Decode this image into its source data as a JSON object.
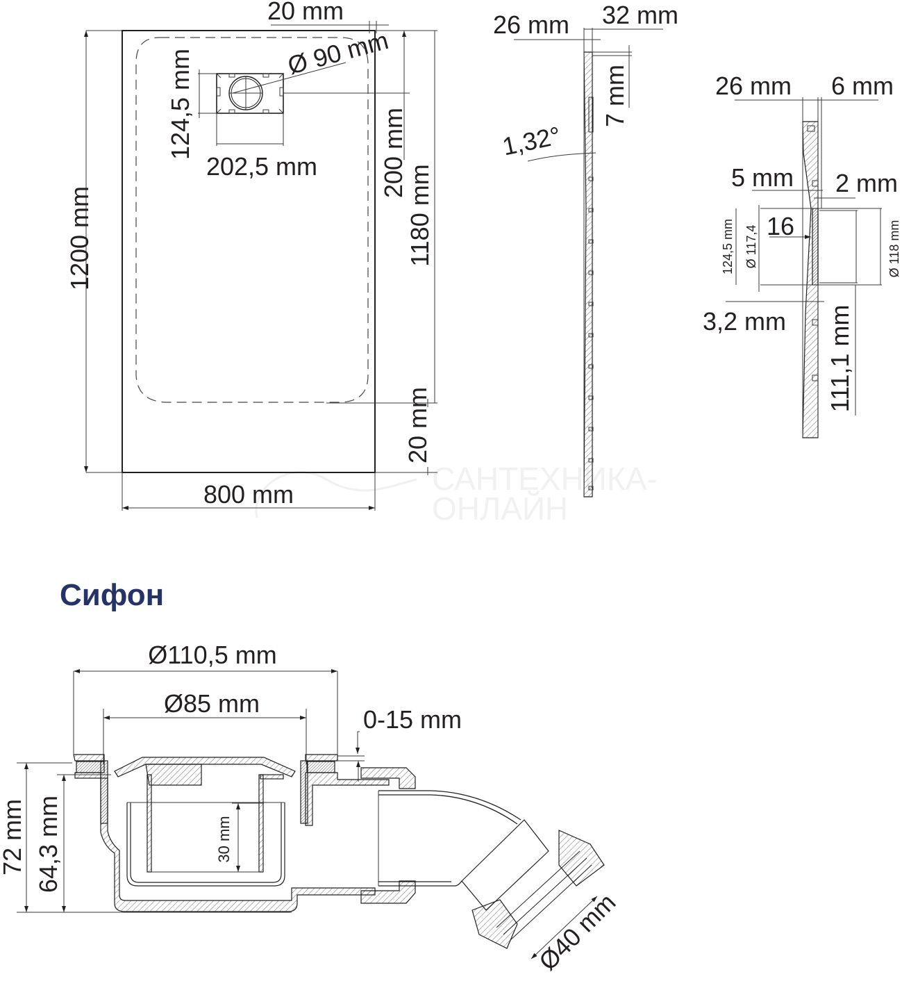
{
  "watermark": {
    "line1": "САНТЕХНИКА-",
    "line2": "ОНЛАЙН"
  },
  "top_view": {
    "label_width": "800 mm",
    "label_height": "1200 mm",
    "label_inner_height": "1180 mm",
    "label_drain_offset": "200 mm",
    "label_top_margin": "20 mm",
    "label_bottom_margin": "20 mm",
    "label_drain_diameter": "Ø 90 mm",
    "label_drain_box_height": "124,5 mm",
    "label_drain_box_width": "202,5 mm"
  },
  "side_profile": {
    "label_left_thickness": "26 mm",
    "label_right_thickness": "32 mm",
    "label_step": "7 mm",
    "label_angle": "1,32°"
  },
  "section_detail": {
    "label_left_thickness": "26 mm",
    "label_right_thickness": "6 mm",
    "label_upper_gap": "5 mm",
    "label_lip": "2 mm",
    "label_recess": "16",
    "label_box_height": "124,5 mm",
    "label_inner_diameter": "Ø 117,4",
    "label_outer_diameter": "Ø 118 mm",
    "label_base": "3,2 mm",
    "label_length": "111,1 mm"
  },
  "siphon": {
    "title": "Сифон",
    "title_color": "#253368",
    "label_outer_diameter": "Ø110,5 mm",
    "label_inner_diameter": "Ø85 mm",
    "label_adjust": "0-15 mm",
    "label_total_height": "72 mm",
    "label_body_height": "64,3 mm",
    "label_water_seal": "30 mm",
    "label_outlet_diameter": "Ø40 mm"
  }
}
